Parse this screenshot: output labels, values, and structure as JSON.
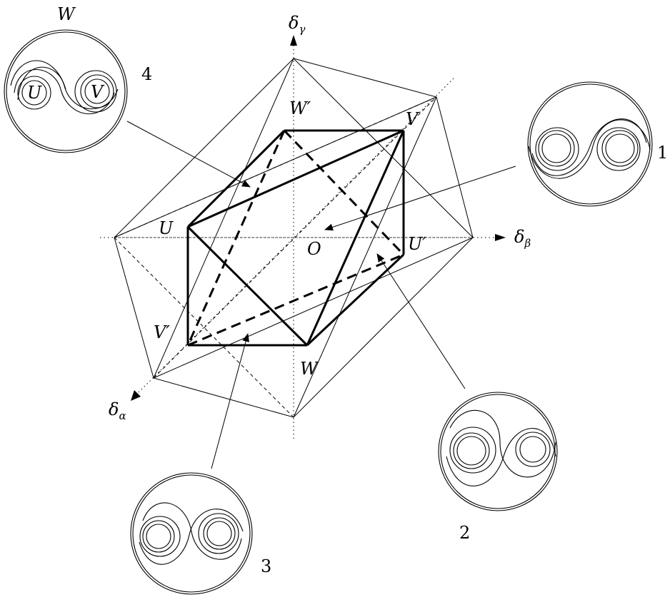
{
  "axes": {
    "gamma": {
      "symbol": "δ",
      "sub": "γ"
    },
    "beta": {
      "symbol": "δ",
      "sub": "β"
    },
    "alpha": {
      "symbol": "δ",
      "sub": "α"
    }
  },
  "vertices": {
    "U": "U",
    "V": "V",
    "W": "W",
    "U_prime": "U′",
    "V_prime": "V′",
    "W_prime": "W′",
    "O": "O"
  },
  "insets": [
    {
      "id": "1",
      "label": "1"
    },
    {
      "id": "2",
      "label": "2"
    },
    {
      "id": "3",
      "label": "3"
    },
    {
      "id": "4",
      "label": "4",
      "top_label": "W",
      "left_label": "U",
      "right_label": "V"
    }
  ]
}
